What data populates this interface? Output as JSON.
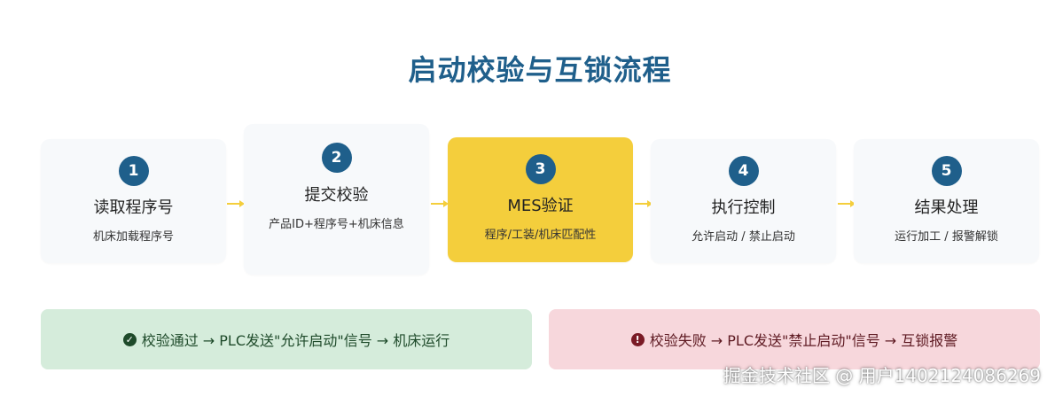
{
  "title": "启动校验与互锁流程",
  "steps": [
    {
      "num": "1",
      "title": "读取程序号",
      "desc": "机床加载程序号"
    },
    {
      "num": "2",
      "title": "提交校验",
      "desc": "产品ID+程序号+机床信息"
    },
    {
      "num": "3",
      "title": "MES验证",
      "desc": "程序/工装/机床匹配性"
    },
    {
      "num": "4",
      "title": "执行控制",
      "desc": "允许启动 / 禁止启动"
    },
    {
      "num": "5",
      "title": "结果处理",
      "desc": "运行加工 / 报警解锁"
    }
  ],
  "results": {
    "pass": {
      "icon": "check-circle-icon",
      "text": "校验通过 → PLC发送\"允许启动\"信号 → 机床运行"
    },
    "fail": {
      "icon": "exclamation-circle-icon",
      "text": "校验失败 → PLC发送\"禁止启动\"信号 → 互锁报警"
    }
  },
  "watermark": "掘金技术社区 @ 用户1402124086269",
  "colors": {
    "primary": "#1f5f8b",
    "highlight": "#f4ce3c",
    "step_bg": "#f7f9fb",
    "pass_bg": "#d5ecdb",
    "fail_bg": "#f7d7dc"
  }
}
